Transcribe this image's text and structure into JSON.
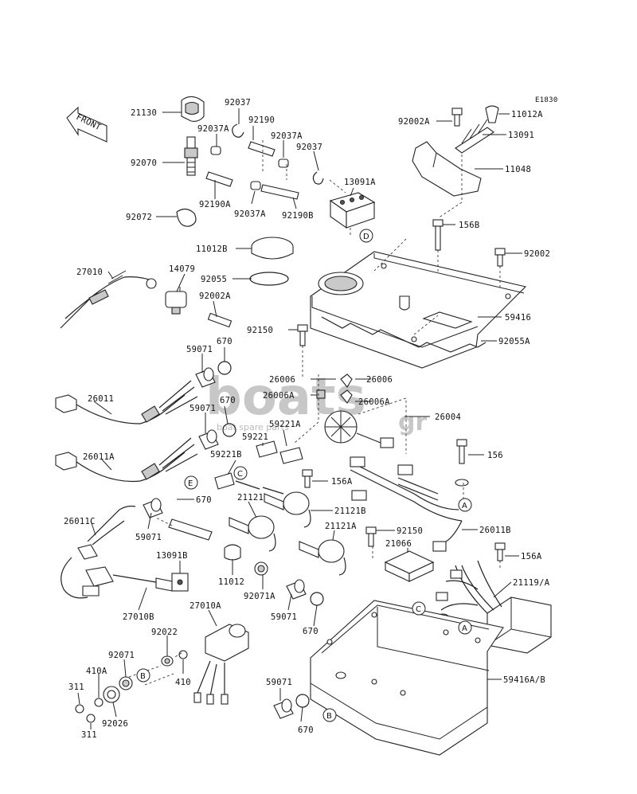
{
  "diagram": {
    "code": "E1830",
    "front_label": "FRONT",
    "watermark": {
      "main": "boats",
      "accent": "gr",
      "sub": "boat spare parts"
    },
    "labels": [
      {
        "id": "l1",
        "text": "21130"
      },
      {
        "id": "l2",
        "text": "92037"
      },
      {
        "id": "l3",
        "text": "92190"
      },
      {
        "id": "l4",
        "text": "92037A"
      },
      {
        "id": "l5",
        "text": "92037A"
      },
      {
        "id": "l6",
        "text": "92070"
      },
      {
        "id": "l7",
        "text": "92037"
      },
      {
        "id": "l8",
        "text": "13091A"
      },
      {
        "id": "l9",
        "text": "92190A"
      },
      {
        "id": "l10",
        "text": "92037A"
      },
      {
        "id": "l11",
        "text": "92190B"
      },
      {
        "id": "l12",
        "text": "92072"
      },
      {
        "id": "l13",
        "text": "92002A"
      },
      {
        "id": "l14",
        "text": "11012A"
      },
      {
        "id": "l15",
        "text": "13091"
      },
      {
        "id": "l16",
        "text": "11048"
      },
      {
        "id": "l17",
        "text": "156B"
      },
      {
        "id": "l18",
        "text": "11012B"
      },
      {
        "id": "l19",
        "text": "92002"
      },
      {
        "id": "l20",
        "text": "27010"
      },
      {
        "id": "l21",
        "text": "14079"
      },
      {
        "id": "l22",
        "text": "92055"
      },
      {
        "id": "l23",
        "text": "92002A"
      },
      {
        "id": "l24",
        "text": "59416"
      },
      {
        "id": "l25",
        "text": "92150"
      },
      {
        "id": "l26",
        "text": "92055A"
      },
      {
        "id": "l27",
        "text": "670"
      },
      {
        "id": "l28",
        "text": "59071"
      },
      {
        "id": "l29",
        "text": "26006"
      },
      {
        "id": "l30",
        "text": "26006"
      },
      {
        "id": "l31",
        "text": "26006A"
      },
      {
        "id": "l32",
        "text": "26006A"
      },
      {
        "id": "l33",
        "text": "26011"
      },
      {
        "id": "l34",
        "text": "670"
      },
      {
        "id": "l35",
        "text": "59071"
      },
      {
        "id": "l36",
        "text": "26004"
      },
      {
        "id": "l37",
        "text": "59221A"
      },
      {
        "id": "l38",
        "text": "59221"
      },
      {
        "id": "l39",
        "text": "156"
      },
      {
        "id": "l40",
        "text": "26011A"
      },
      {
        "id": "l41",
        "text": "59221B"
      },
      {
        "id": "l42",
        "text": "156A"
      },
      {
        "id": "l43",
        "text": "670"
      },
      {
        "id": "l44",
        "text": "21121"
      },
      {
        "id": "l45",
        "text": "21121B"
      },
      {
        "id": "l46",
        "text": "26011C"
      },
      {
        "id": "l47",
        "text": "59071"
      },
      {
        "id": "l48",
        "text": "21121A"
      },
      {
        "id": "l49",
        "text": "92150"
      },
      {
        "id": "l50",
        "text": "26011B"
      },
      {
        "id": "l51",
        "text": "21066"
      },
      {
        "id": "l52",
        "text": "156A"
      },
      {
        "id": "l53",
        "text": "13091B"
      },
      {
        "id": "l54",
        "text": "11012"
      },
      {
        "id": "l55",
        "text": "92071A"
      },
      {
        "id": "l56",
        "text": "21119/A"
      },
      {
        "id": "l57",
        "text": "27010B"
      },
      {
        "id": "l58",
        "text": "27010A"
      },
      {
        "id": "l59",
        "text": "59071"
      },
      {
        "id": "l60",
        "text": "670"
      },
      {
        "id": "l61",
        "text": "92022"
      },
      {
        "id": "l62",
        "text": "92071"
      },
      {
        "id": "l63",
        "text": "410A"
      },
      {
        "id": "l64",
        "text": "410"
      },
      {
        "id": "l65",
        "text": "311"
      },
      {
        "id": "l66",
        "text": "311"
      },
      {
        "id": "l67",
        "text": "92026"
      },
      {
        "id": "l68",
        "text": "59071"
      },
      {
        "id": "l69",
        "text": "670"
      },
      {
        "id": "l70",
        "text": "59416A/B"
      }
    ],
    "callouts": [
      {
        "id": "c1",
        "letter": "D"
      },
      {
        "id": "c2",
        "letter": "A"
      },
      {
        "id": "c3",
        "letter": "E"
      },
      {
        "id": "c4",
        "letter": "C"
      },
      {
        "id": "c5",
        "letter": "C"
      },
      {
        "id": "c6",
        "letter": "A"
      },
      {
        "id": "c7",
        "letter": "B"
      },
      {
        "id": "c8",
        "letter": "B"
      }
    ]
  }
}
